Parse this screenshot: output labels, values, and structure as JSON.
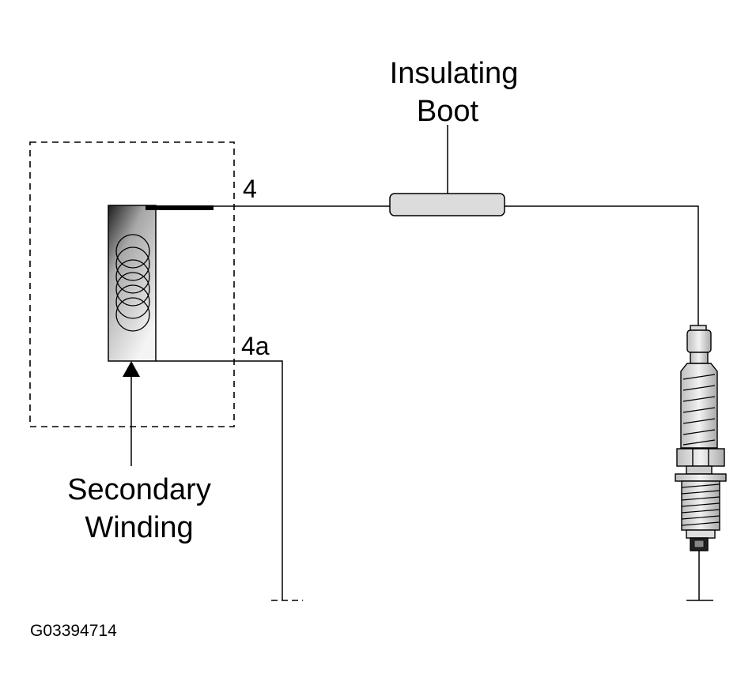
{
  "labels": {
    "boot_line1": "Insulating",
    "boot_line2": "Boot",
    "terminal_4": "4",
    "terminal_4a": "4a",
    "winding_line1": "Secondary",
    "winding_line2": "Winding",
    "figure_code": "G03394714"
  },
  "colors": {
    "line": "#000000",
    "boot_fill": "#dcdcdc",
    "plug_fill": "#e2e2e2"
  }
}
